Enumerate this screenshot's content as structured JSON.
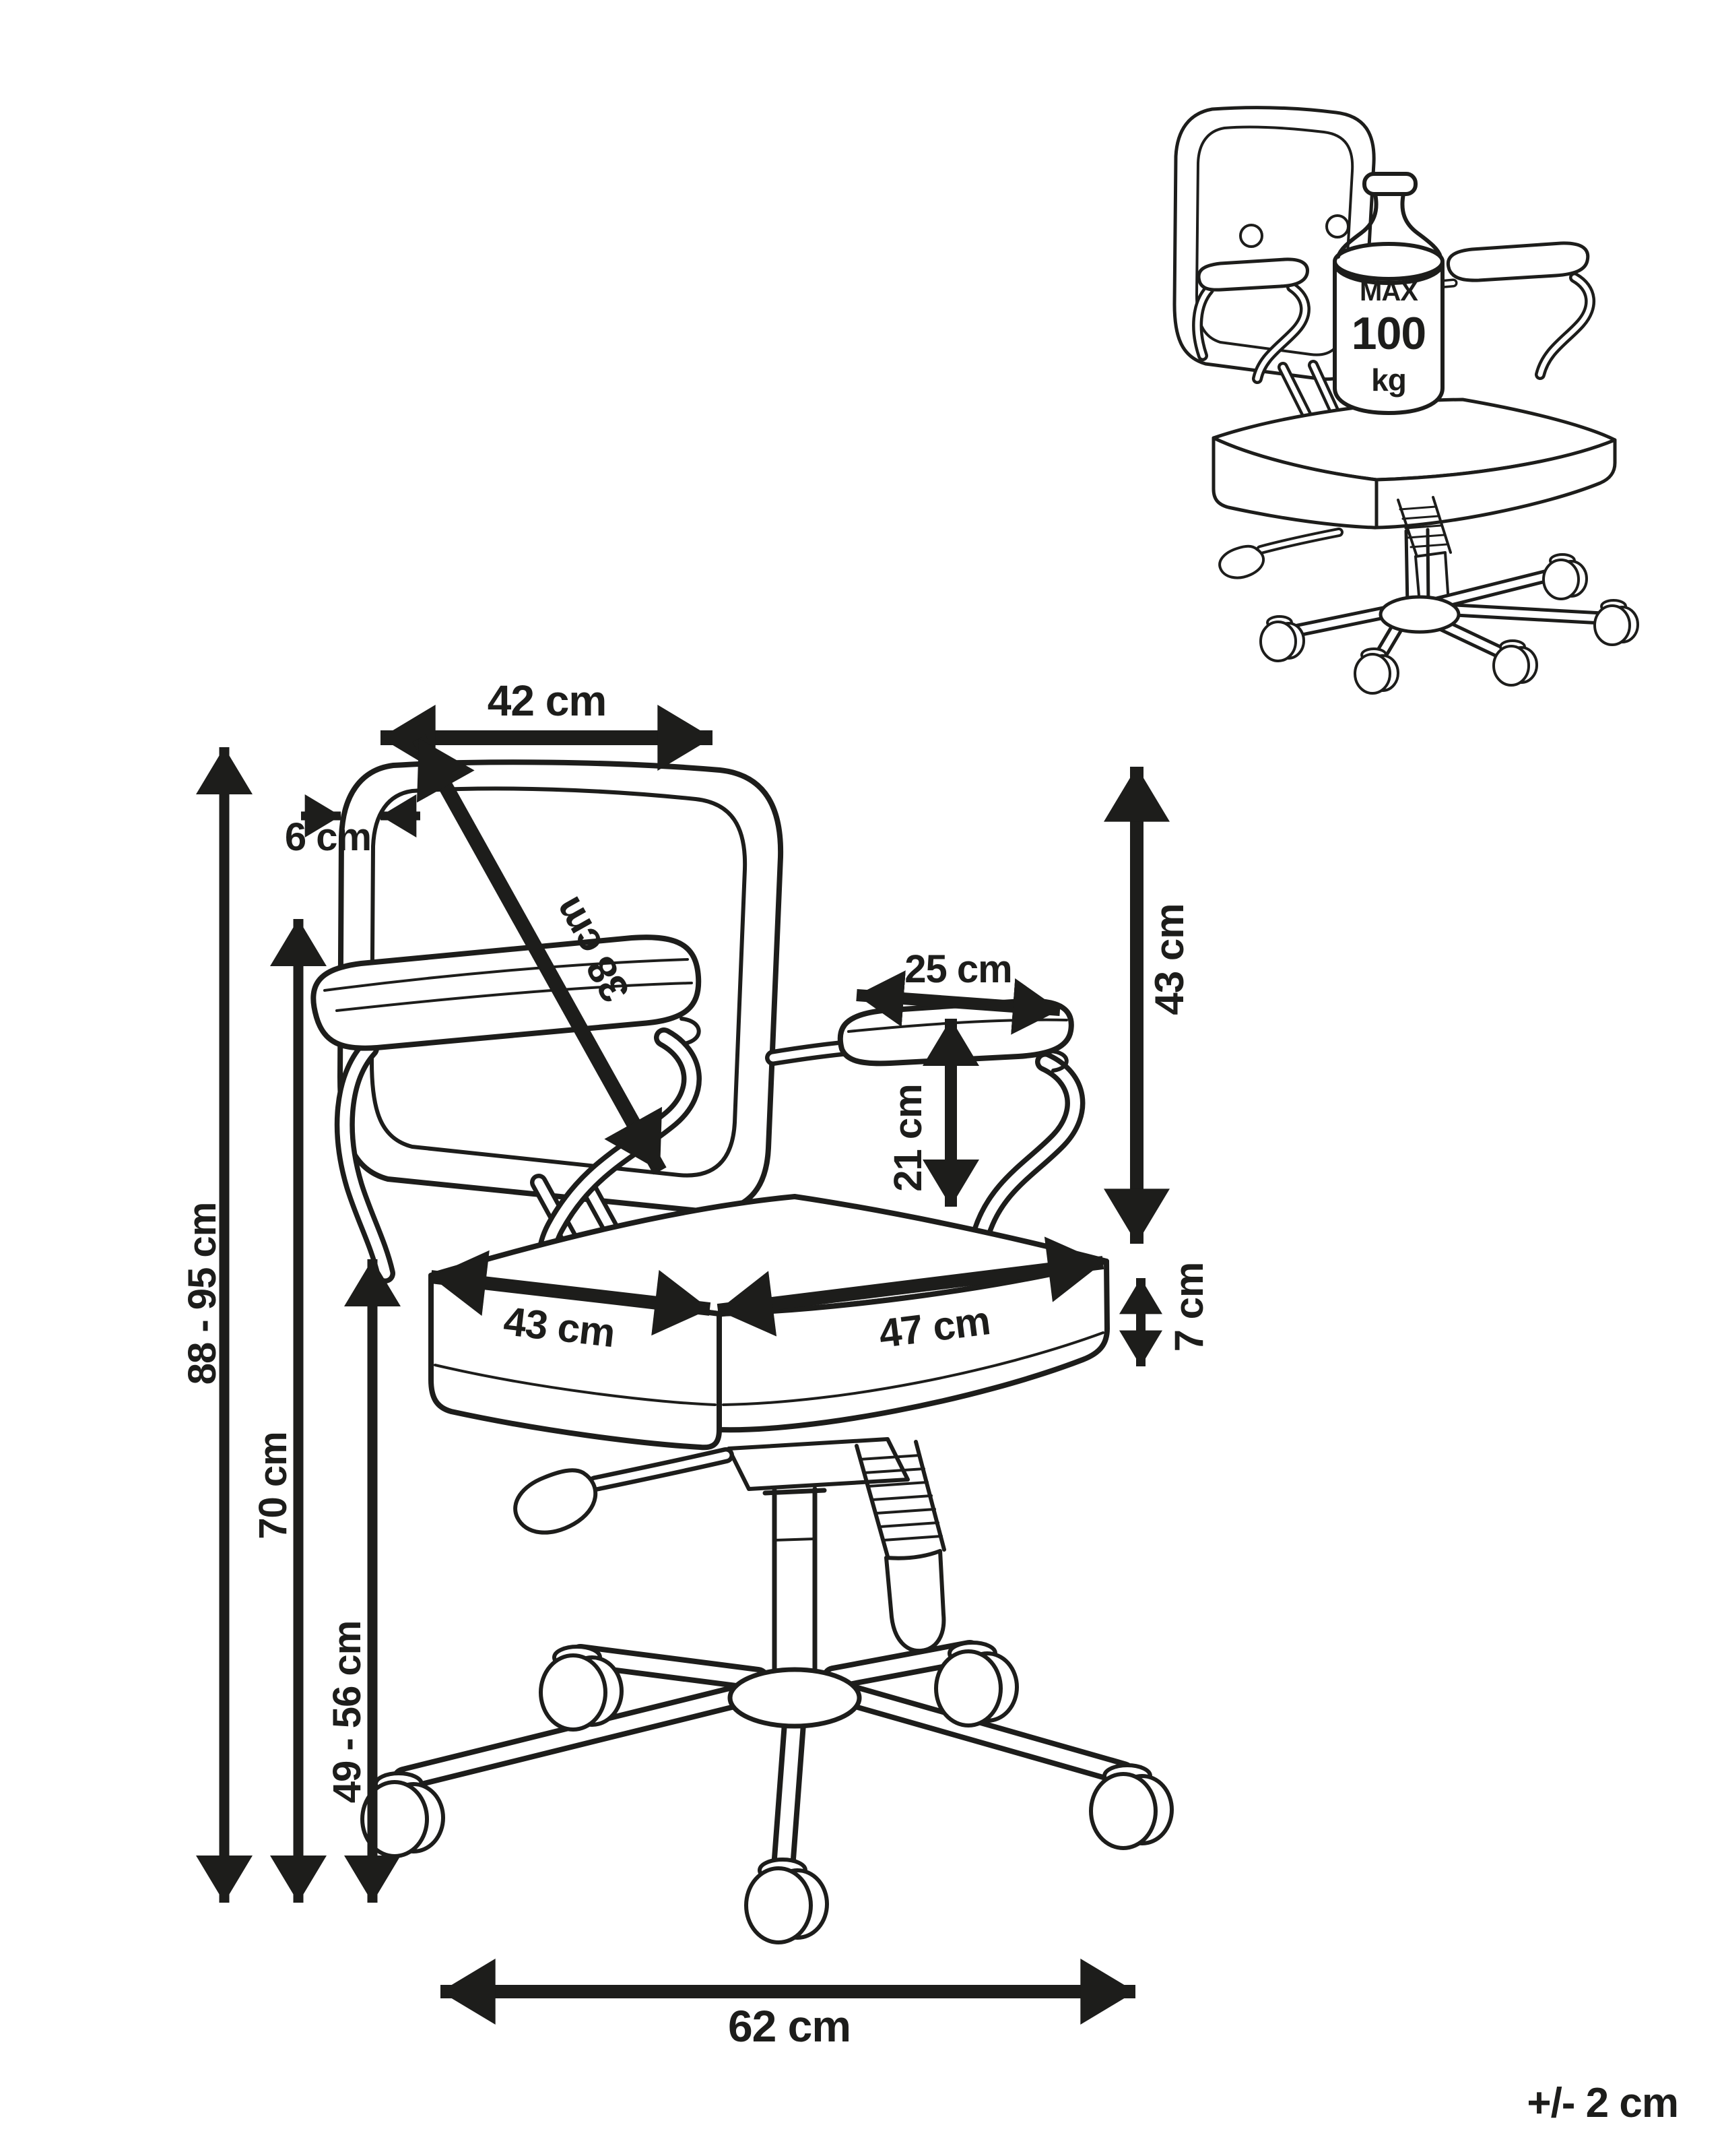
{
  "labels": {
    "backrest_width": "42 cm",
    "backrest_thickness": "6 cm",
    "backrest_diagonal": "38 cm",
    "armrest_pad_length": "25 cm",
    "armrest_height_above_seat": "21 cm",
    "backrest_height": "43 cm",
    "seat_depth": "43 cm",
    "seat_width": "47 cm",
    "seat_thickness": "7 cm",
    "overall_height": "88 - 95 cm",
    "armrest_height_from_floor": "70 cm",
    "seat_height": "49 - 56 cm",
    "base_diameter": "62 cm",
    "tolerance": "+/- 2 cm"
  },
  "weight_limit": {
    "line1": "MAX",
    "line2": "100",
    "line3": "kg"
  },
  "colors": {
    "ink": "#1d1d1b",
    "background": "#ffffff"
  }
}
